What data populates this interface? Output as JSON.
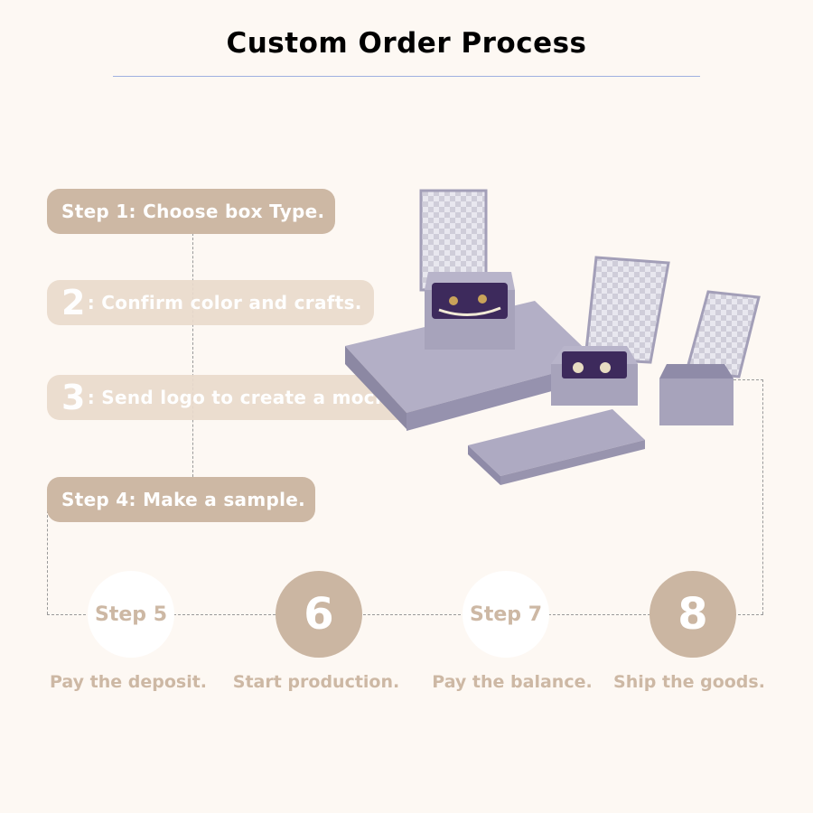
{
  "header": {
    "title": "Custom Order Process"
  },
  "steps": [
    {
      "text": "Step 1: Choose box Type."
    },
    {
      "number": "2",
      "text": ": Confirm color and crafts."
    },
    {
      "number": "3",
      "text": ": Send logo to create a mock-up."
    },
    {
      "text": "Step 4: Make a sample."
    }
  ],
  "timeline": [
    {
      "label": "Step 5",
      "caption": "Pay the deposit."
    },
    {
      "label": "6",
      "caption": "Start production."
    },
    {
      "label": "Step 7",
      "caption": "Pay the balance."
    },
    {
      "label": "8",
      "caption": "Ship the goods."
    }
  ],
  "colors": {
    "accent": "#cdb8a4",
    "accent_light": "#eadbcd",
    "background": "#fdf8f3",
    "box": "#a39fb8",
    "velvet": "#3d2a5c"
  }
}
